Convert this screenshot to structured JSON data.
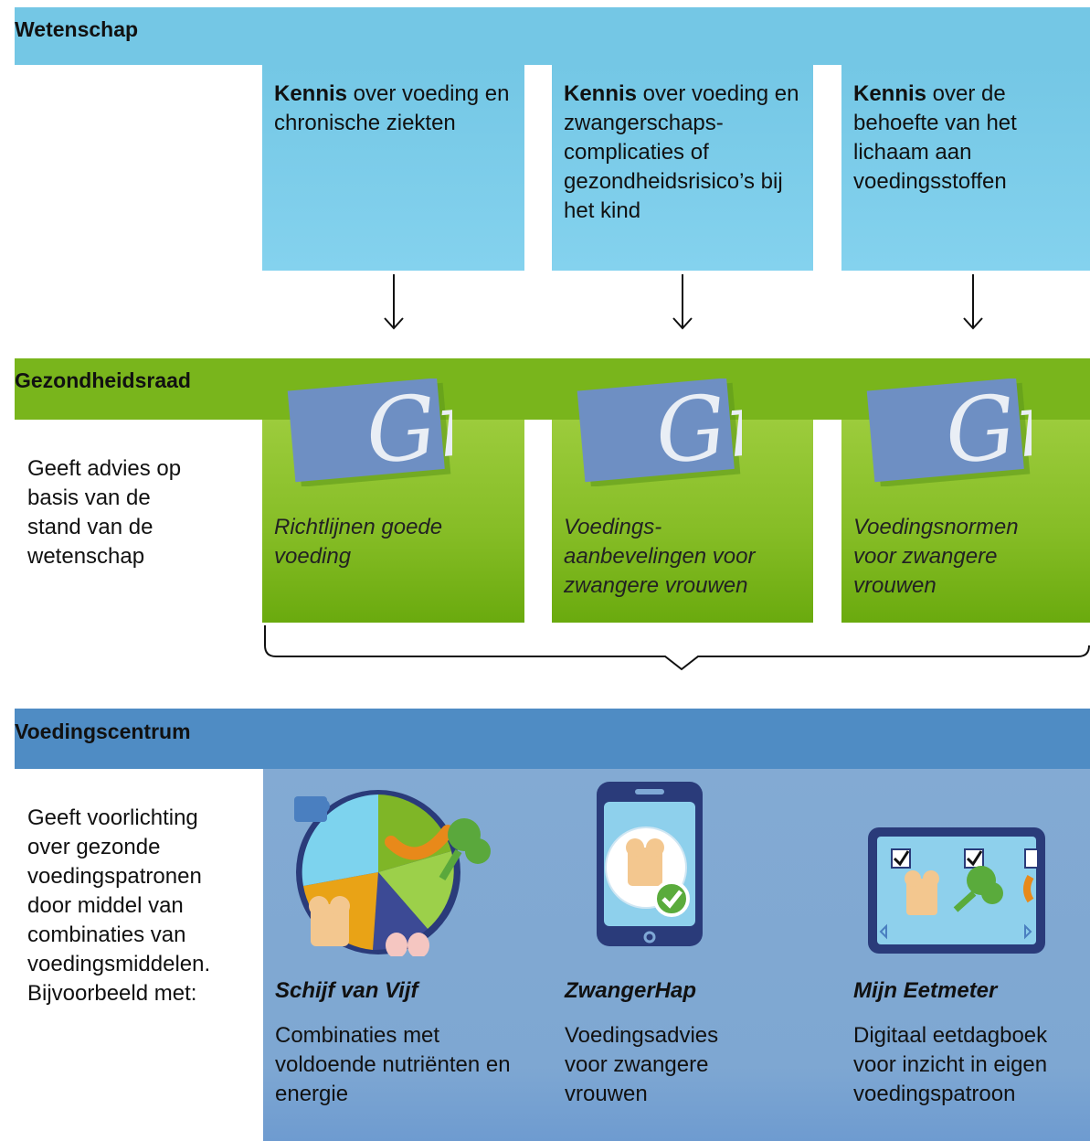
{
  "wetenschap": {
    "title": "Wetenschap",
    "boxes": [
      {
        "bold": "Kennis",
        "rest": " over voeding en chronische ziekten"
      },
      {
        "bold": "Kennis",
        "rest": " over voeding en zwangerschaps-complicaties of gezondheidsrisico’s bij het kind"
      },
      {
        "bold": "Kennis",
        "rest": " over de behoefte van het lichaam aan voedingsstoffen"
      }
    ]
  },
  "gezondheidsraad": {
    "title": "Gezondheidsraad",
    "side_text": "Geeft advies op basis van de stand van de wetenschap",
    "reports": [
      {
        "label": "Richtlijnen goede voeding"
      },
      {
        "label": "Voedings-aanbevelingen voor zwangere vrouwen"
      },
      {
        "label": "Voedingsnormen voor zwangere vrouwen"
      }
    ],
    "logo_text": "Gr"
  },
  "voedingscentrum": {
    "title": "Voedingscentrum",
    "side_text": "Geeft voorlichting over gezonde voedingspatronen door middel van combinaties van voedingsmiddelen. Bijvoorbeeld met:",
    "tools": [
      {
        "name": "Schijf van Vijf",
        "desc": "Combinaties met voldoende nutriënten en energie",
        "icon": "plate-icon"
      },
      {
        "name": "ZwangerHap",
        "desc": "Voedingsadvies voor zwangere vrouwen",
        "icon": "phone-app-icon"
      },
      {
        "name": "Mijn Eetmeter",
        "desc": "Digitaal eetdagboek voor inzicht in eigen voedingspatroon",
        "icon": "tablet-app-icon"
      }
    ]
  },
  "colors": {
    "science": "#74c7e5",
    "council": "#79b51c",
    "centre": "#4f8cc4"
  }
}
